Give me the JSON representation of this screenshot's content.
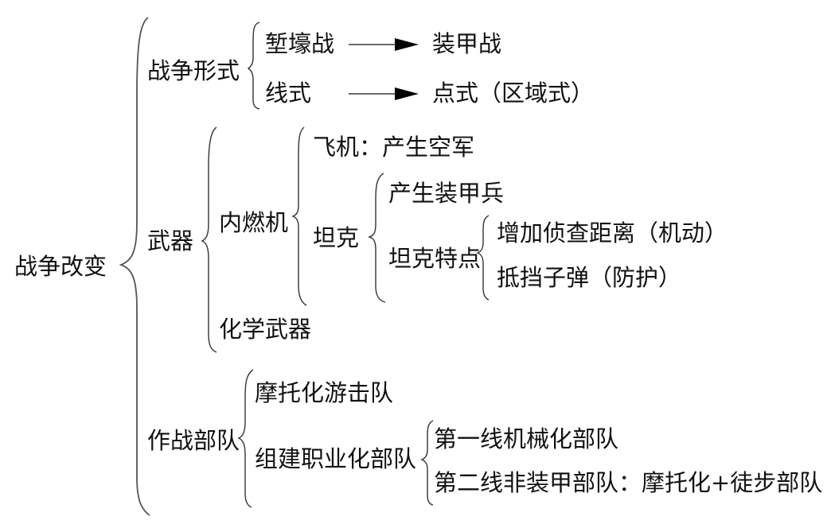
{
  "root": "战争改变",
  "branches": {
    "form": {
      "label": "战争形式",
      "items": [
        {
          "from": "堑壕战",
          "to": "装甲战"
        },
        {
          "from": "线式",
          "to": "点式（区域式）"
        }
      ]
    },
    "weapons": {
      "label": "武器",
      "engine": {
        "label": "内燃机",
        "plane": "飞机：产生空军",
        "tank": {
          "label": "坦克",
          "armor": "产生装甲兵",
          "features": {
            "label": "坦克特点",
            "items": [
              "增加侦查距离（机动）",
              "抵挡子弹（防护）"
            ]
          }
        }
      },
      "chemical": "化学武器"
    },
    "troops": {
      "label": "作战部队",
      "motor": "摩托化游击队",
      "pro": {
        "label": "组建职业化部队",
        "items": [
          "第一线机械化部队",
          "第二线非装甲部队：摩托化+徒步部队"
        ]
      }
    }
  }
}
